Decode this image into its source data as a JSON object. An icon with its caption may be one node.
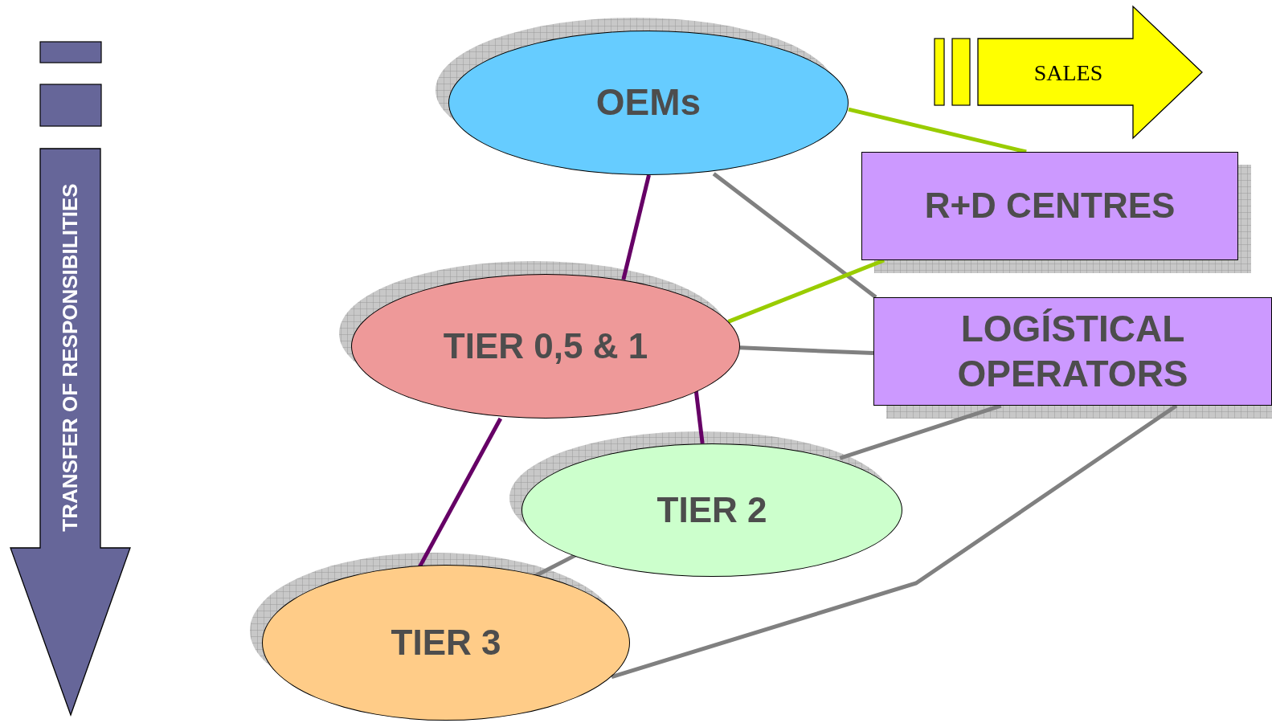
{
  "diagram": {
    "nodes": [
      {
        "text": [
          "OEMs"
        ]
      },
      {
        "text": [
          "TIER 0,5 & 1"
        ]
      },
      {
        "text": [
          "TIER 2"
        ]
      },
      {
        "text": [
          "TIER 3"
        ]
      },
      {
        "text": [
          "R+D CENTRES"
        ]
      },
      {
        "text": [
          "LOGÍSTICAL OPERATORS"
        ]
      },
      {
        "text": [
          "SALES"
        ]
      },
      {
        "text": [
          "TRANSFER OF RESPONSIBILITIES"
        ]
      }
    ],
    "edges": [
      {
        "from": 0,
        "to": 4,
        "arrow": "none",
        "color": "#99cc00"
      },
      {
        "from": 0,
        "to": 1,
        "arrow": "none",
        "color": "#660066"
      },
      {
        "from": 0,
        "to": 5,
        "arrow": "none"
      },
      {
        "from": 1,
        "to": 4,
        "arrow": "none",
        "color": "#99cc00"
      },
      {
        "from": 1,
        "to": 5,
        "arrow": "none"
      },
      {
        "from": 1,
        "to": 2,
        "arrow": "none",
        "color": "#660066"
      },
      {
        "from": 1,
        "to": 3,
        "arrow": "none",
        "color": "#660066"
      },
      {
        "from": 2,
        "to": 5,
        "arrow": "none"
      },
      {
        "from": 3,
        "to": 5,
        "arrow": "none"
      },
      {
        "from": 2,
        "to": 3,
        "arrow": "none"
      }
    ]
  }
}
